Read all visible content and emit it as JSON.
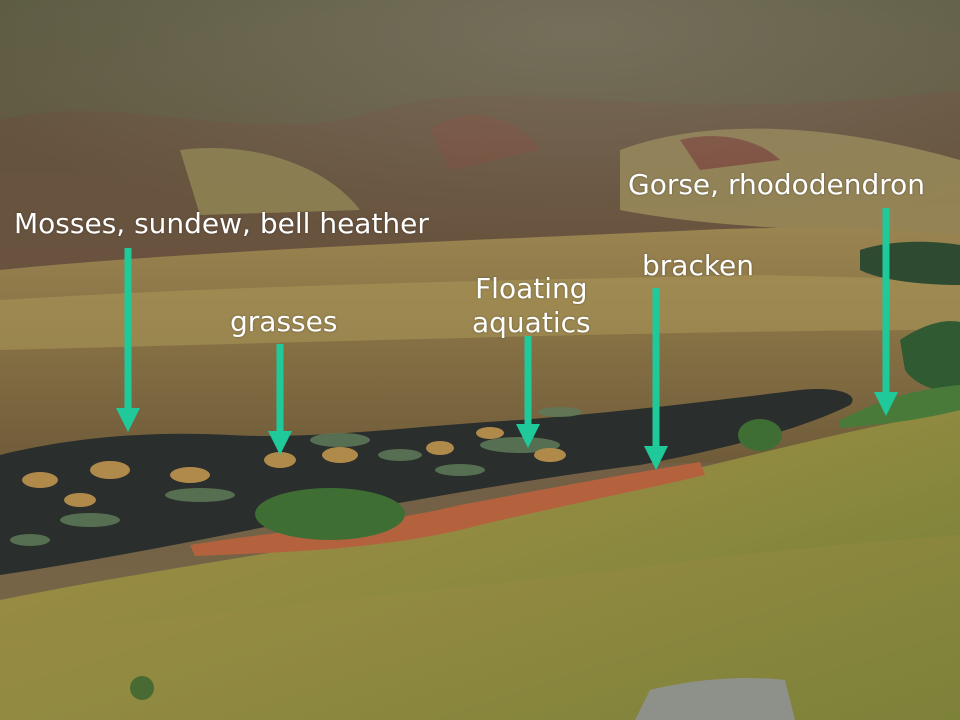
{
  "annotations": [
    {
      "id": "mosses",
      "text": "Mosses, sundew, bell heather"
    },
    {
      "id": "grasses",
      "text": "grasses"
    },
    {
      "id": "floating",
      "lines": [
        "Floating",
        "aquatics"
      ]
    },
    {
      "id": "bracken",
      "text": "bracken"
    },
    {
      "id": "gorse",
      "text": "Gorse, rhododendron"
    }
  ],
  "colors": {
    "arrow": "#1fc99a",
    "label_text": "#ffffff"
  }
}
